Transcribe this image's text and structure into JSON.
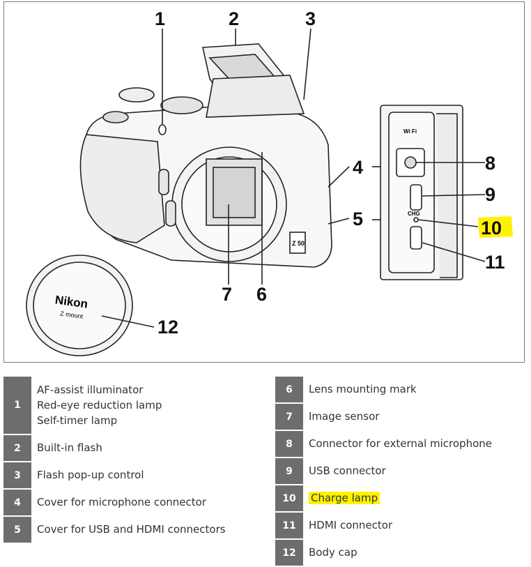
{
  "figure": {
    "callouts": [
      "1",
      "2",
      "3",
      "4",
      "5",
      "6",
      "7",
      "8",
      "9",
      "10",
      "11",
      "12"
    ],
    "brand_text": "Nikon",
    "mount_text": "Z mount",
    "model_text": "Z 50",
    "port_label_chg": "CHG",
    "wifi_label": "Wi Fi",
    "highlight_color": "#fff200"
  },
  "legend_left": [
    {
      "num": "1",
      "lines": [
        "AF-assist illuminator",
        "Red-eye reduction lamp",
        "Self-timer lamp"
      ]
    },
    {
      "num": "2",
      "lines": [
        "Built-in flash"
      ]
    },
    {
      "num": "3",
      "lines": [
        "Flash pop-up control"
      ]
    },
    {
      "num": "4",
      "lines": [
        "Cover for microphone connector"
      ]
    },
    {
      "num": "5",
      "lines": [
        "Cover for USB and HDMI connectors"
      ]
    }
  ],
  "legend_right": [
    {
      "num": "6",
      "lines": [
        "Lens mounting mark"
      ]
    },
    {
      "num": "7",
      "lines": [
        "Image sensor"
      ]
    },
    {
      "num": "8",
      "lines": [
        "Connector for external microphone"
      ]
    },
    {
      "num": "9",
      "lines": [
        "USB connector"
      ]
    },
    {
      "num": "10",
      "lines": [
        "Charge lamp"
      ],
      "highlighted": true
    },
    {
      "num": "11",
      "lines": [
        "HDMI connector"
      ]
    },
    {
      "num": "12",
      "lines": [
        "Body cap"
      ]
    }
  ]
}
